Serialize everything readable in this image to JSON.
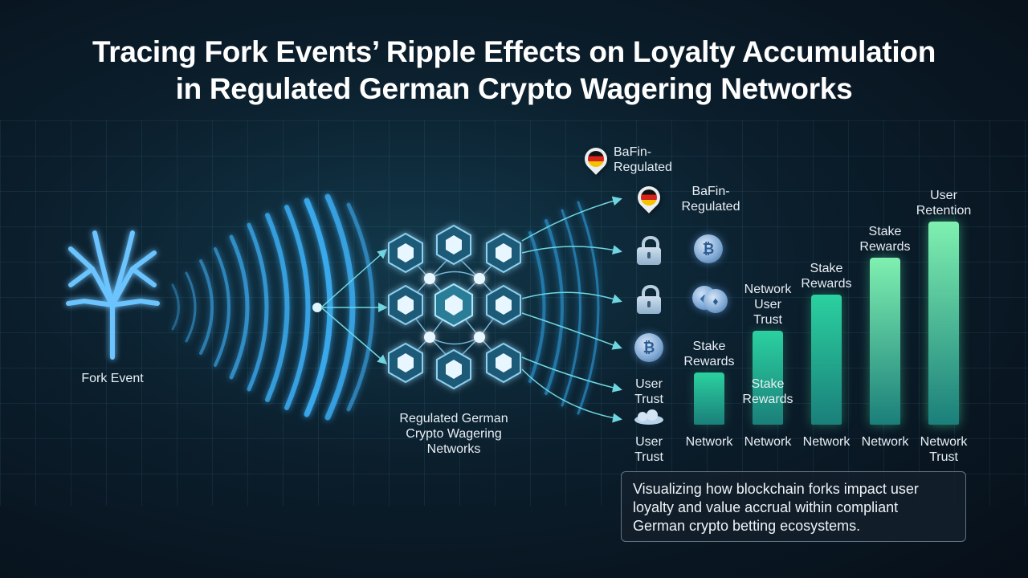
{
  "title": {
    "line1": "Tracing Fork Events’ Ripple Effects on Loyalty Accumulation",
    "line2": "in Regulated German Crypto Wagering Networks"
  },
  "fork_label": "Fork Event",
  "network_label": "Regulated German\nCrypto Wagering\nNetworks",
  "icon_labels": {
    "bafin_top": "BaFin-\nRegulated",
    "bafin_second": "BaFin-\nRegulated",
    "user_trust_side": "User\nTrust",
    "user_trust_bottom": "User\nTrust"
  },
  "icons": [
    "germany-flag-pin-icon",
    "lock-icon",
    "bitcoin-coin-icon",
    "ethereum-coin-icon",
    "cloud-icon"
  ],
  "bars": [
    {
      "top_label": "Stake\nRewards",
      "bottom_label": "Network",
      "value": 1.0
    },
    {
      "top_label": "Network\nUser\nTrust",
      "mid_label": "Stake\nRewards",
      "bottom_label": "Network",
      "value": 1.8
    },
    {
      "top_label": "Stake\nRewards",
      "bottom_label": "Network",
      "value": 2.5
    },
    {
      "top_label": "Stake\nRewards",
      "bottom_label": "Network",
      "value": 3.2
    },
    {
      "top_label": "User\nRetention",
      "bottom_label": "Network\nTrust",
      "value": 3.9
    }
  ],
  "caption": "Visualizing how blockchain forks impact user loyalty and value accrual within compliant German crypto betting ecosystems.",
  "colors": {
    "accent": "#3fb6ff",
    "bar_low": "#1a7f7a",
    "bar_high": "#6ee8a6",
    "background": "#0b1e2c"
  }
}
